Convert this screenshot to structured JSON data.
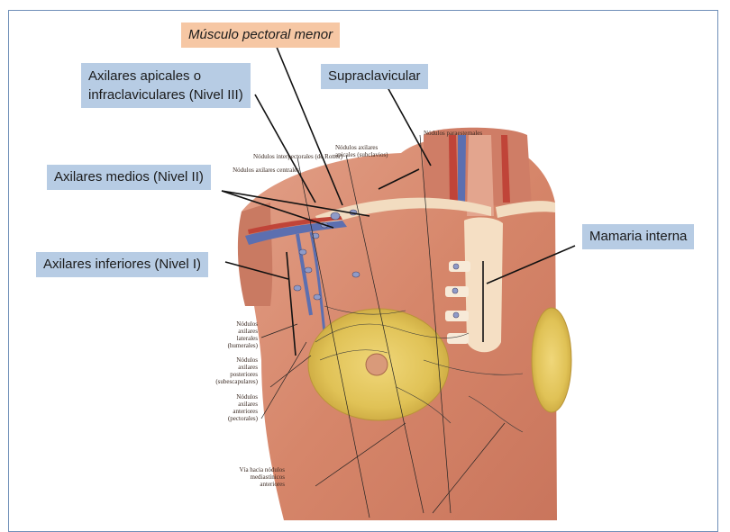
{
  "labels": {
    "pectoral_menor": "Músculo pectoral menor",
    "apicales_line1": "Axilares apicales o",
    "apicales_line2": "infraclaviculares (Nivel III)",
    "supraclavicular": "Supraclavicular",
    "medios": "Axilares medios (Nivel II)",
    "mamaria": "Mamaria interna",
    "inferiores": "Axilares inferiores (Nivel I)"
  },
  "atlas_labels": {
    "paraesternales": "Nódulos paraesternales",
    "interpectorales": "Nódulos interpectorales (de Rotter)",
    "apicales": [
      "Nódulos axilares",
      "apicales (subclavios)"
    ],
    "centrales": "Nódulos axilares centrales",
    "laterales": [
      "Nódulos",
      "axilares",
      "laterales",
      "(humerales)"
    ],
    "posteriores": [
      "Nódulos",
      "axilares",
      "posteriores",
      "(subescapulares)"
    ],
    "anteriores": [
      "Nódulos",
      "axilares",
      "anteriores",
      "(pectorales)"
    ],
    "via": [
      "Vía hacia nódulos",
      "mediastínicos",
      "anteriores"
    ]
  },
  "colors": {
    "label_blue": "#b7cce4",
    "label_orange": "#f6c7a4",
    "frame": "#6f8fb8",
    "muscle": "#d88a6e",
    "breast": "#e3c75a",
    "vein": "#5c6fb0"
  }
}
